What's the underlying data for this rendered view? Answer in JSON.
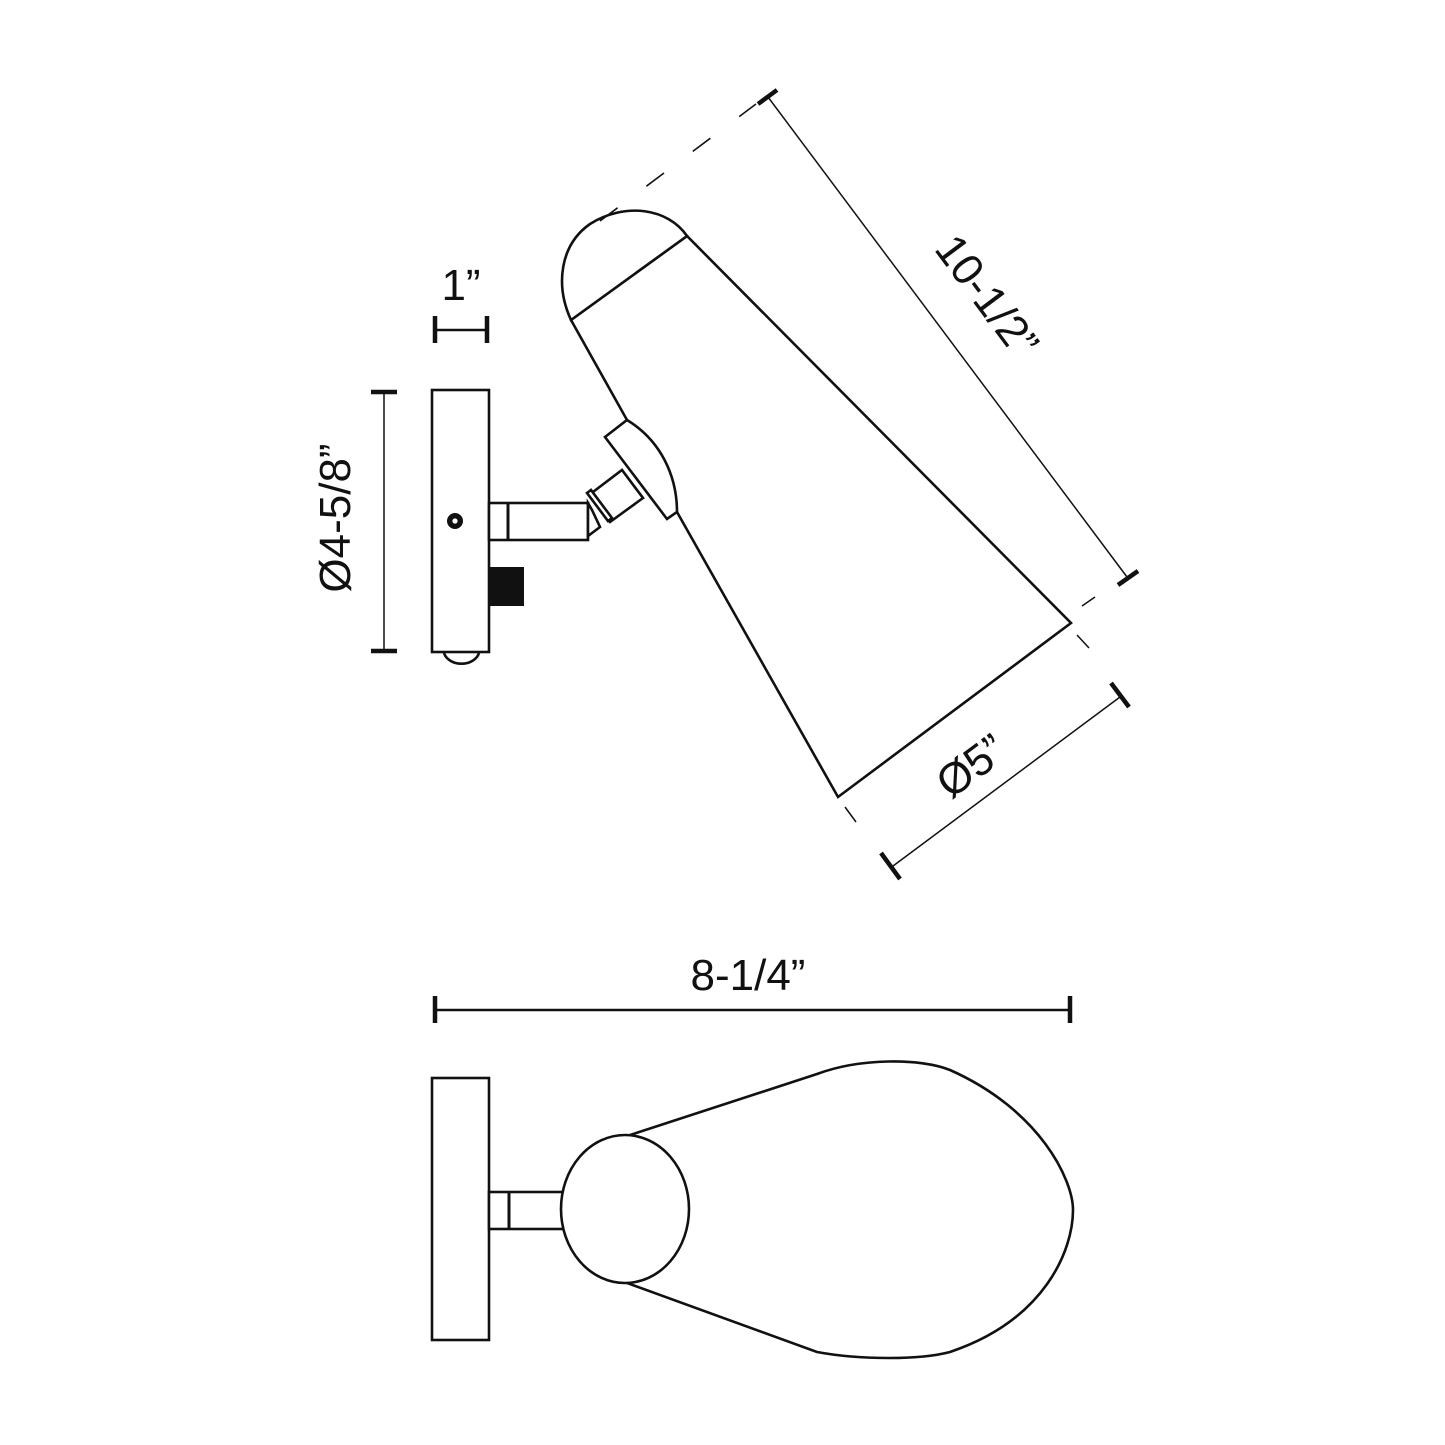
{
  "diagram": {
    "type": "product-dimension-drawing",
    "subject": "adjustable wall sconce with conical shade",
    "views": [
      {
        "name": "side-view",
        "description": "backplate with articulated arm and tilted conical shade"
      },
      {
        "name": "top-view",
        "description": "backplate with arm and conical shade seen from above"
      }
    ],
    "dimensions": {
      "backplate_depth": "1”",
      "backplate_diameter": "Ø4-5/8”",
      "shade_length": "10-1/2”",
      "shade_diameter": "Ø5”",
      "overall_extension": "8-1/4”"
    },
    "colors": {
      "line": "#111111",
      "background": "#ffffff"
    }
  }
}
